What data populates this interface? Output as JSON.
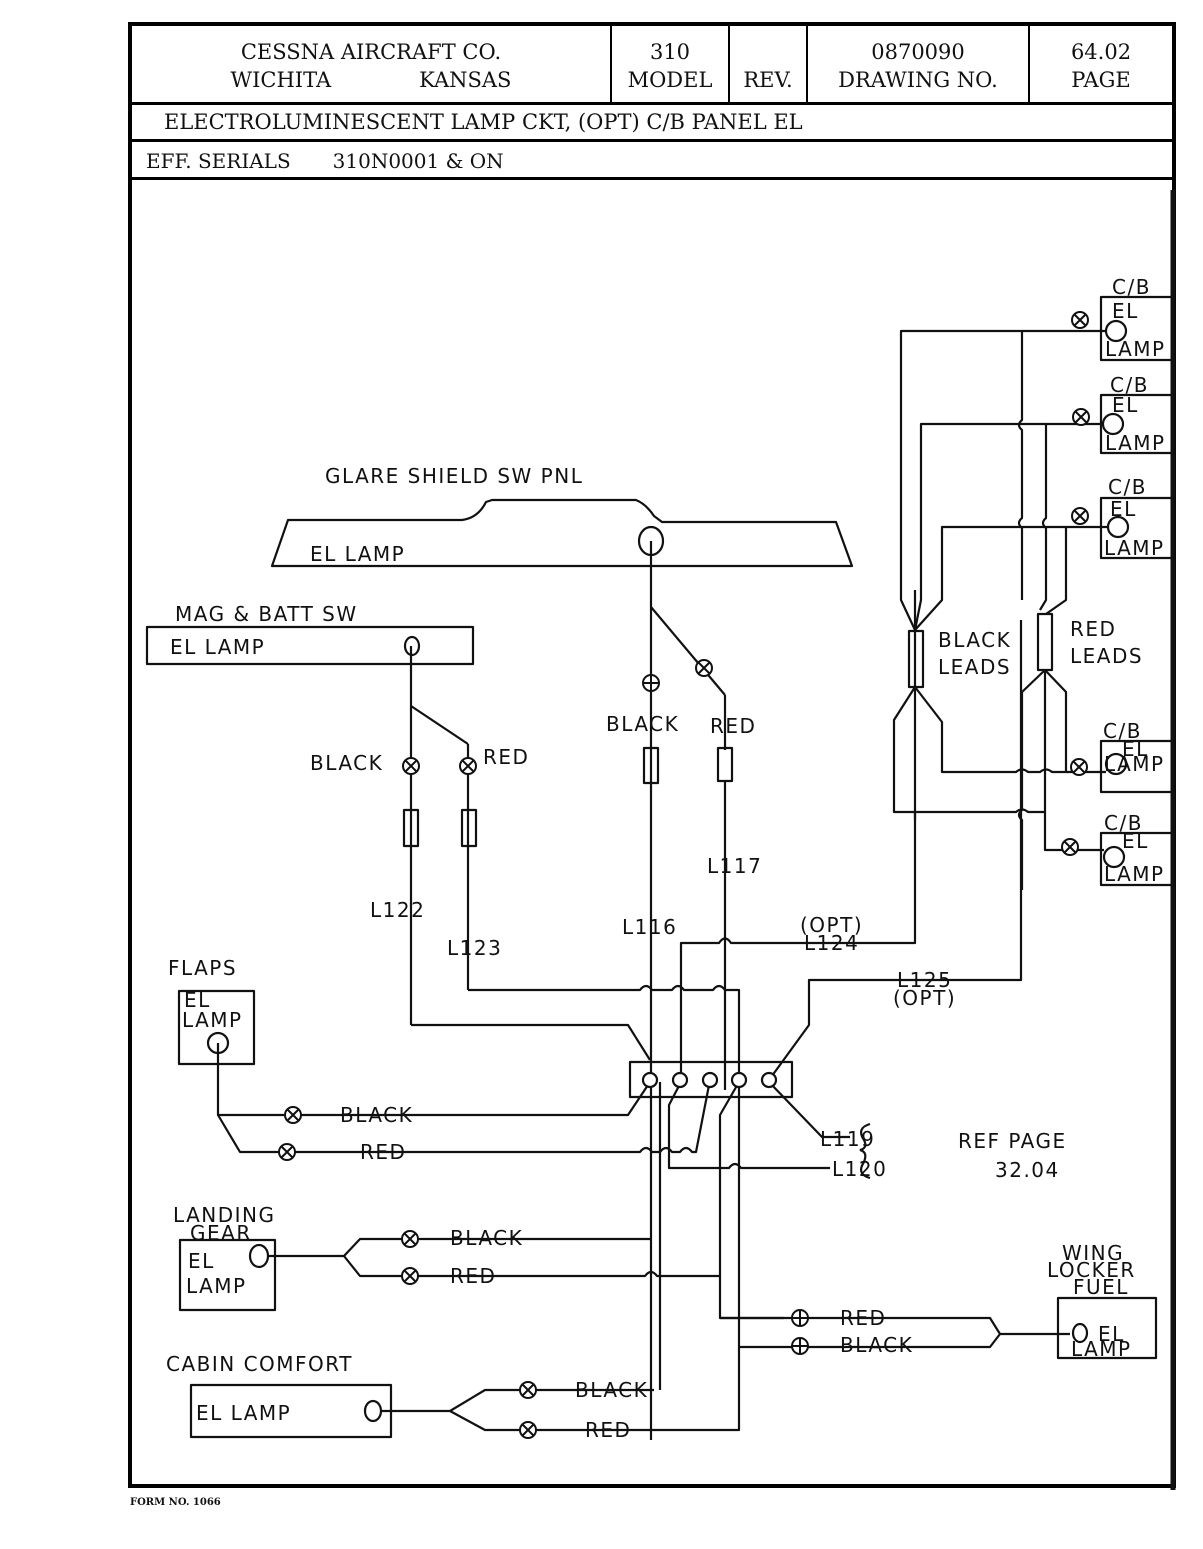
{
  "title_block": {
    "company_line1": "CESSNA AIRCRAFT CO.",
    "company_city": "WICHITA",
    "company_state": "KANSAS",
    "model_value": "310",
    "model_label": "MODEL",
    "rev_label": "REV.",
    "drawing_no_value": "0870090",
    "drawing_no_label": "DRAWING NO.",
    "page_value": "64.02",
    "page_label": "PAGE",
    "description": "ELECTROLUMINESCENT LAMP CKT, (OPT) C/B PANEL EL",
    "eff_label": "EFF. SERIALS",
    "eff_value": "310N0001 & ON"
  },
  "diagram": {
    "glare_shield": {
      "title": "GLARE SHIELD  SW  PNL",
      "lamp_label": "EL LAMP",
      "black": "BLACK",
      "red": "RED"
    },
    "mag_batt": {
      "title": "MAG & BATT  SW",
      "lamp_label": "EL LAMP",
      "black": "BLACK",
      "red": "RED"
    },
    "cb_panel": {
      "cb_label": "C/B",
      "el_label": "EL",
      "lamp_label": "LAMP",
      "black_leads_1": "BLACK",
      "black_leads_2": "LEADS",
      "red_leads_1": "RED",
      "red_leads_2": "LEADS"
    },
    "wires": {
      "l122": "L122",
      "l123": "L123",
      "l116": "L116",
      "l117": "L117",
      "l124": "L124",
      "l124_opt": "(OPT)",
      "l125": "L125",
      "l125_opt": "(OPT)",
      "l119": "L119",
      "l120": "L120"
    },
    "reference": {
      "line1": "REF  PAGE",
      "line2": "32.04"
    },
    "flaps": {
      "title": "FLAPS",
      "el": "EL",
      "lamp": "LAMP",
      "black": "BLACK",
      "red": "RED"
    },
    "landing_gear": {
      "title1": "LANDING",
      "title2": "GEAR",
      "el": "EL",
      "lamp": "LAMP",
      "black": "BLACK",
      "red": "RED"
    },
    "cabin_comfort": {
      "title": "CABIN  COMFORT",
      "lamp_label": "EL LAMP",
      "black": "BLACK",
      "red": "RED"
    },
    "wing_locker": {
      "title1": "WING",
      "title2": "LOCKER",
      "title3": "FUEL",
      "el": "EL",
      "lamp": "LAMP",
      "red": "RED",
      "black": "BLACK"
    }
  },
  "footer": {
    "form_no": "FORM NO. 1066"
  }
}
